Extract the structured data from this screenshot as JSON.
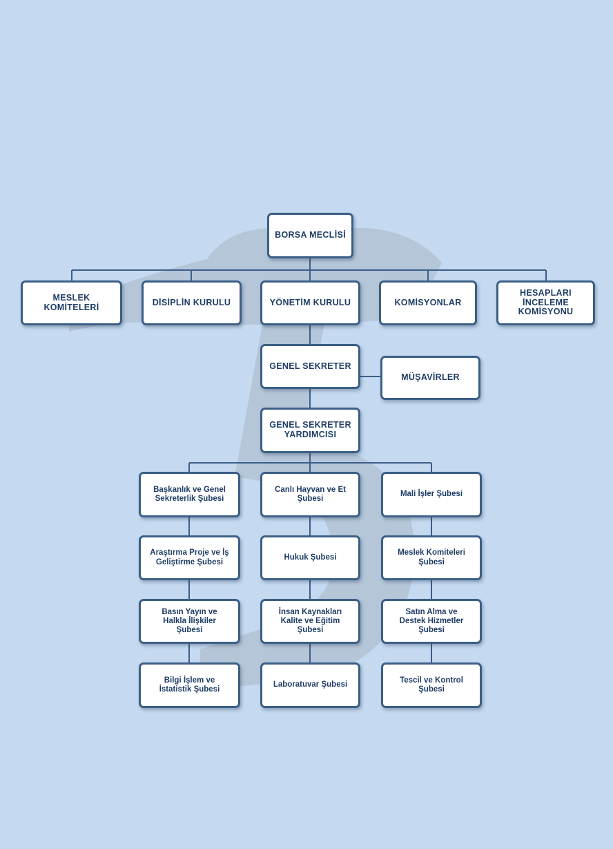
{
  "chart": {
    "nodes": {
      "borsa_meclisi": "BORSA MECLİSİ",
      "meslek_komiteleri": "MESLEK\nKOMİTELERİ",
      "disiplin_kurulu": "DİSİPLİN KURULU",
      "yonetim_kurulu": "YÖNETİM KURULU",
      "komisyonlar": "KOMİSYONLAR",
      "hesaplari_inceleme": "HESAPLARI\nİNCELEME\nKOMİSYONU",
      "genel_sekreter": "GENEL SEKRETER",
      "musavirler": "MÜŞAVİRLER",
      "genel_sekreter_yrd": "GENEL SEKRETER\nYARDIMCISI"
    },
    "branches": {
      "left": [
        "Başkanlık ve Genel\nSekreterlik Şubesi",
        "Araştırma Proje ve İş\nGeliştirme Şubesi",
        "Basın Yayın ve\nHalkla İlişkiler\nŞubesi",
        "Bilgi İşlem ve\nİstatistik Şubesi"
      ],
      "middle": [
        "Canlı Hayvan ve Et\nŞubesi",
        "Hukuk Şubesi",
        "İnsan Kaynakları\nKalite ve Eğitim\nŞubesi",
        "Laboratuvar Şubesi"
      ],
      "right": [
        "Mali İşler Şubesi",
        "Meslek Komiteleri\nŞubesi",
        "Satın Alma ve\nDestek Hizmetler\nŞubesi",
        "Tescil ve Kontrol\nŞubesi"
      ]
    }
  },
  "colors": {
    "background": "#c5d9f0",
    "node_border": "#3b5f86",
    "node_text": "#1f3d66",
    "connector": "#3b5f86"
  }
}
